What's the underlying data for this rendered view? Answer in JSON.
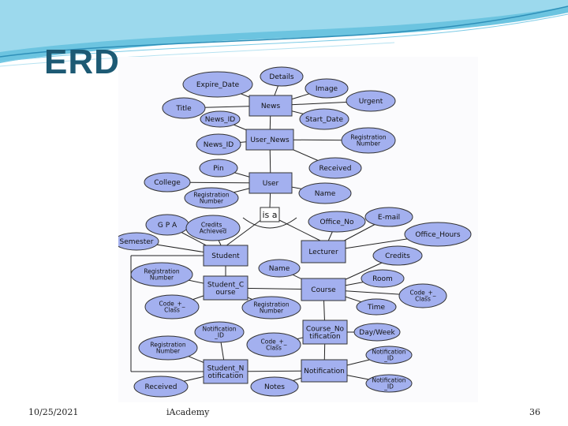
{
  "slide": {
    "title": "ERD"
  },
  "footer": {
    "date": "10/25/2021",
    "org": "iAcademy",
    "page": "36"
  },
  "colors": {
    "title": "#1d5a74",
    "shape_fill": "#a3b0ef",
    "wave": "#5bb8d8"
  },
  "erd": {
    "entities": [
      {
        "id": "news",
        "label": [
          "News"
        ]
      },
      {
        "id": "user_news",
        "label": [
          "User_News"
        ]
      },
      {
        "id": "user",
        "label": [
          "User"
        ]
      },
      {
        "id": "student",
        "label": [
          "Student"
        ]
      },
      {
        "id": "lecturer",
        "label": [
          "Lecturer"
        ]
      },
      {
        "id": "student_course",
        "label": [
          "Student_C",
          "ourse"
        ]
      },
      {
        "id": "course",
        "label": [
          "Course"
        ]
      },
      {
        "id": "course_notification",
        "label": [
          "Course_No",
          "tification"
        ]
      },
      {
        "id": "student_notification",
        "label": [
          "Student_N",
          "otification"
        ]
      },
      {
        "id": "notification",
        "label": [
          "Notification"
        ]
      }
    ],
    "isa": "is a",
    "attributes": [
      {
        "id": "details",
        "label": [
          "Details"
        ]
      },
      {
        "id": "expire_date",
        "label": [
          "Expire_Date"
        ]
      },
      {
        "id": "image",
        "label": [
          "Image"
        ]
      },
      {
        "id": "urgent",
        "label": [
          "Urgent"
        ]
      },
      {
        "id": "title",
        "label": [
          "Title"
        ]
      },
      {
        "id": "news_id",
        "label": [
          "News_ID"
        ]
      },
      {
        "id": "start_date",
        "label": [
          "Start_Date"
        ]
      },
      {
        "id": "news_id2",
        "label": [
          "News_ID"
        ]
      },
      {
        "id": "reg_num_un",
        "label": [
          "Registration",
          "Number"
        ]
      },
      {
        "id": "pin",
        "label": [
          "Pin"
        ]
      },
      {
        "id": "received_user",
        "label": [
          "Received"
        ]
      },
      {
        "id": "college",
        "label": [
          "College"
        ]
      },
      {
        "id": "reg_num_user",
        "label": [
          "Registration",
          "Number"
        ]
      },
      {
        "id": "name_user",
        "label": [
          "Name"
        ]
      },
      {
        "id": "gpa",
        "label": [
          "G P A"
        ]
      },
      {
        "id": "credits_achieved",
        "label": [
          "Credits_",
          "Achieved"
        ]
      },
      {
        "id": "office_no",
        "label": [
          "Office_No"
        ]
      },
      {
        "id": "email",
        "label": [
          "E-mail"
        ]
      },
      {
        "id": "semester",
        "label": [
          "Semester"
        ]
      },
      {
        "id": "office_hours",
        "label": [
          "Office_Hours"
        ]
      },
      {
        "id": "credits",
        "label": [
          "Credits"
        ]
      },
      {
        "id": "name_course",
        "label": [
          "Name"
        ]
      },
      {
        "id": "reg_num_student",
        "label": [
          "Registration",
          "Number"
        ]
      },
      {
        "id": "room",
        "label": [
          "Room"
        ]
      },
      {
        "id": "code_class_course",
        "label": [
          "Code_+_",
          "Class"
        ]
      },
      {
        "id": "code_class_sc",
        "label": [
          "Code_+_",
          "Class"
        ]
      },
      {
        "id": "reg_num_sc",
        "label": [
          "Registration",
          "Number"
        ]
      },
      {
        "id": "time",
        "label": [
          "Time"
        ]
      },
      {
        "id": "notif_id_sn",
        "label": [
          "Notification",
          "_ID"
        ]
      },
      {
        "id": "day_week",
        "label": [
          "Day/Week"
        ]
      },
      {
        "id": "code_class_cn",
        "label": [
          "Code_+_",
          "Class"
        ]
      },
      {
        "id": "reg_num_sn",
        "label": [
          "Registration",
          "Number"
        ]
      },
      {
        "id": "notif_id_cn",
        "label": [
          "Notification",
          "_ID"
        ]
      },
      {
        "id": "received_sn",
        "label": [
          "Received"
        ]
      },
      {
        "id": "notes",
        "label": [
          "Notes"
        ]
      },
      {
        "id": "notif_id_n",
        "label": [
          "Notification",
          "_ID"
        ]
      }
    ]
  }
}
